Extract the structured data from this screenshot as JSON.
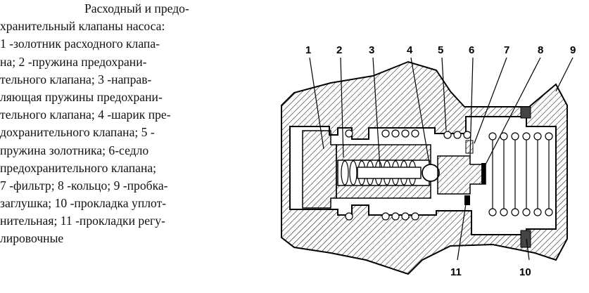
{
  "caption": {
    "lines": [
      "Расходный и предо-",
      "хранительный клапаны насоса:",
      "1 -золотник расходного клапа-",
      "на; 2 -пружина предохрани-",
      "тельного клапана; 3 -направ-",
      "ляющая пружины предохрани-",
      "тельного клапана; 4 -шарик пре-",
      "дохранительного клапана; 5 -",
      "пружина золотника; 6-седло",
      "предохранительного клапана;",
      "7 -фильтр; 8 -кольцо; 9 -пробка-",
      "заглушка; 10 -прокладка уплот-",
      "нительная; 11 -прокладки регу-",
      "лировочные"
    ]
  },
  "figure": {
    "labels": [
      "1",
      "2",
      "3",
      "4",
      "5",
      "6",
      "7",
      "8",
      "9",
      "10",
      "11"
    ]
  }
}
